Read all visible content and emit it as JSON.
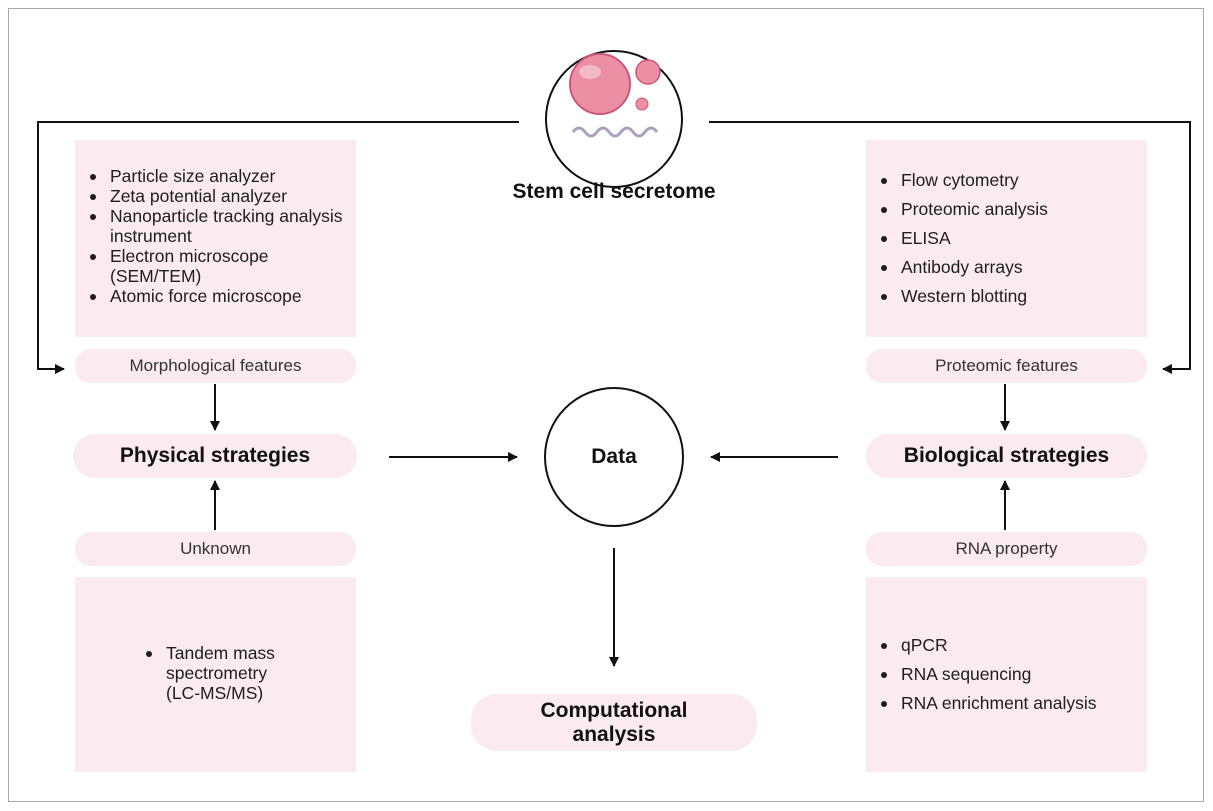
{
  "title": "Stem cell secretome",
  "center_label": "Data",
  "computational": {
    "line1": "Computational",
    "line2": "analysis"
  },
  "left": {
    "top_items": [
      "Particle size analyzer",
      "Zeta potential analyzer",
      "Nanoparticle tracking analysis instrument",
      "Electron microscope (SEM/TEM)",
      "Atomic force microscope"
    ],
    "feature_label": "Morphological features",
    "strategy_label": "Physical strategies",
    "bottom_label": "Unknown",
    "bottom_items": [
      "Tandem mass spectrometry (LC-MS/MS)"
    ]
  },
  "right": {
    "top_items": [
      "Flow cytometry",
      "Proteomic analysis",
      "ELISA",
      "Antibody arrays",
      "Western blotting"
    ],
    "feature_label": "Proteomic features",
    "strategy_label": "Biological strategies",
    "bottom_label": "RNA property",
    "bottom_items": [
      "qPCR",
      "RNA sequencing",
      "RNA enrichment analysis"
    ]
  },
  "colors": {
    "box_fill": "#fbeaf0",
    "vesicle_fill": "#ec8fa5",
    "line": "#111111"
  }
}
